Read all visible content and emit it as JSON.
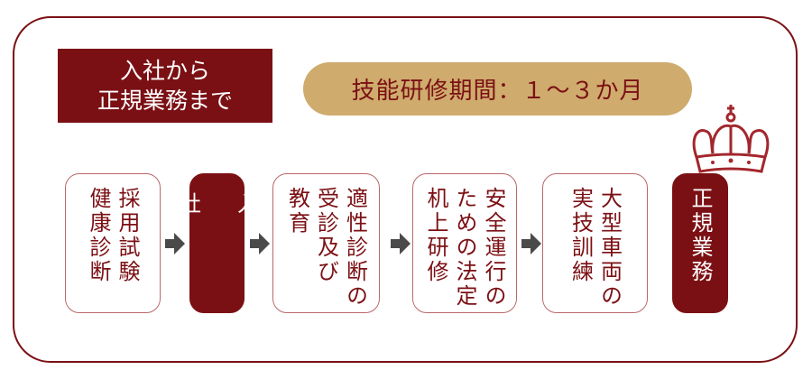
{
  "title": {
    "line1": "入社から",
    "line2": "正規業務まで"
  },
  "training_period": "技能研修期間：１～３か月",
  "steps": [
    {
      "label": "採用試験\n健康診断"
    },
    {
      "label": "入\n\n社"
    },
    {
      "label": "適性診断の\n受診及び\n教育"
    },
    {
      "label": "安全運行の\nための法定\n机上研修"
    },
    {
      "label": "大型車両の\n実技訓練"
    },
    {
      "label": "正規業務"
    }
  ],
  "colors": {
    "primary": "#7b1014",
    "gold": "#cfab6d",
    "arrow": "#4a4a4a"
  }
}
